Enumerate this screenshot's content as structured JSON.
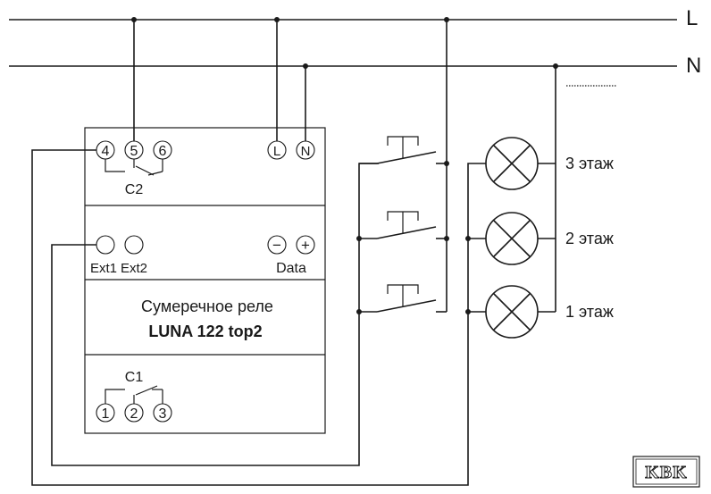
{
  "buses": {
    "L": "L",
    "N": "N"
  },
  "relay": {
    "name": "Сумеречное реле",
    "model": "LUNA 122 top2",
    "c2_label": "C2",
    "c1_label": "C1",
    "top_terminals": [
      "4",
      "5",
      "6"
    ],
    "power_terminals": [
      "L",
      "N"
    ],
    "ext_labels": [
      "Ext1",
      "Ext2"
    ],
    "data_terminals": [
      "−",
      "+"
    ],
    "data_label": "Data",
    "bottom_terminals": [
      "1",
      "2",
      "3"
    ]
  },
  "floors": [
    "3 этаж",
    "2 этаж",
    "1 этаж"
  ],
  "logo": "KBK"
}
